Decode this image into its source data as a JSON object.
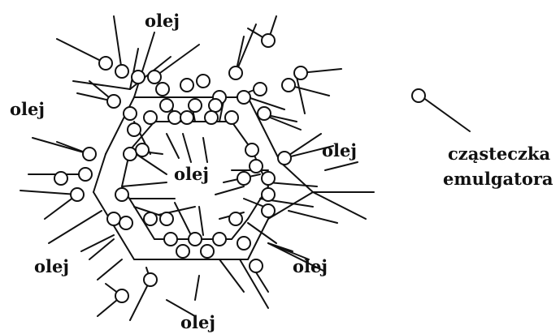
{
  "labels": {
    "oil": "olej",
    "emulsifier_line1": "cząsteczka",
    "emulsifier_line2": "emulgatora"
  },
  "colors": {
    "stroke": "#111111",
    "background": "#ffffff"
  }
}
